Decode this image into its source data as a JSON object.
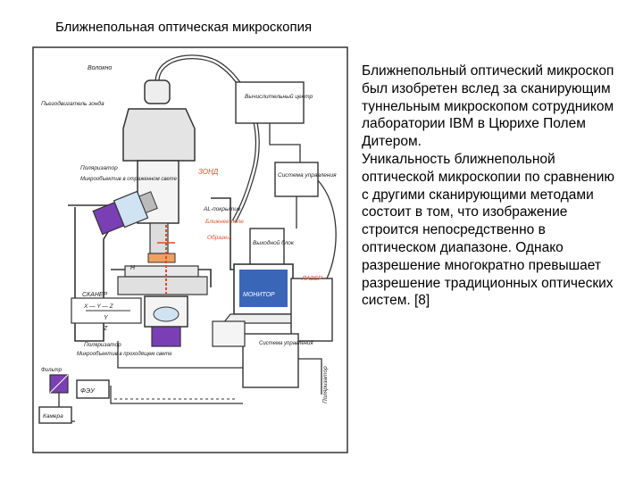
{
  "slide": {
    "title": "Ближнепольная оптическая микроскопия",
    "paragraphs": [
      "Ближнепольный оптический микроскоп был изобретен вслед за сканирующим туннельным микроскопом сотрудником лаборатории IBM в Цюрихе Полем Дитером.",
      "Уникальность ближнепольной оптической микроскопии по сравнению с другими сканирующими методами состоит в том, что изображение строится непосредственно в оптическом диапазоне. Однако разрешение многократно превышает разрешение традиционных оптических систем. [8]"
    ]
  },
  "diagram": {
    "labels": {
      "fiber": "Волокно",
      "piezo": "Пьезодвигатель зонда",
      "computer": "Вычислительный центр",
      "polarizer_top": "Поляризатор",
      "objective": "Микрообъектив в отраженном свете",
      "probe": "ЗОНД",
      "control": "Система управления",
      "al_coating": "AL-покрытие",
      "near_field": "Ближнее поле",
      "sample": "Образец",
      "output_unit": "Выходной блок",
      "laser": "ЛАЗЕР",
      "h": "H",
      "monitor": "МОНИТОР",
      "scanner": "СКАНЕР",
      "axes": "X — Y — Z",
      "y": "Y",
      "z": "Z",
      "polarizer_bottom": "Поляризатор",
      "objective_bottom": "Микрообъектив в проходящем свете",
      "controller": "Система управления",
      "filter": "Фильтр",
      "pmt": "ФЭУ",
      "camera": "Камера",
      "polarizer_side": "Поляризатор"
    },
    "colors": {
      "purple": "#7b3fb5",
      "red_text": "#d9542c",
      "monitor": "#3a66b8",
      "laser_beam": "#e04a2a"
    }
  }
}
